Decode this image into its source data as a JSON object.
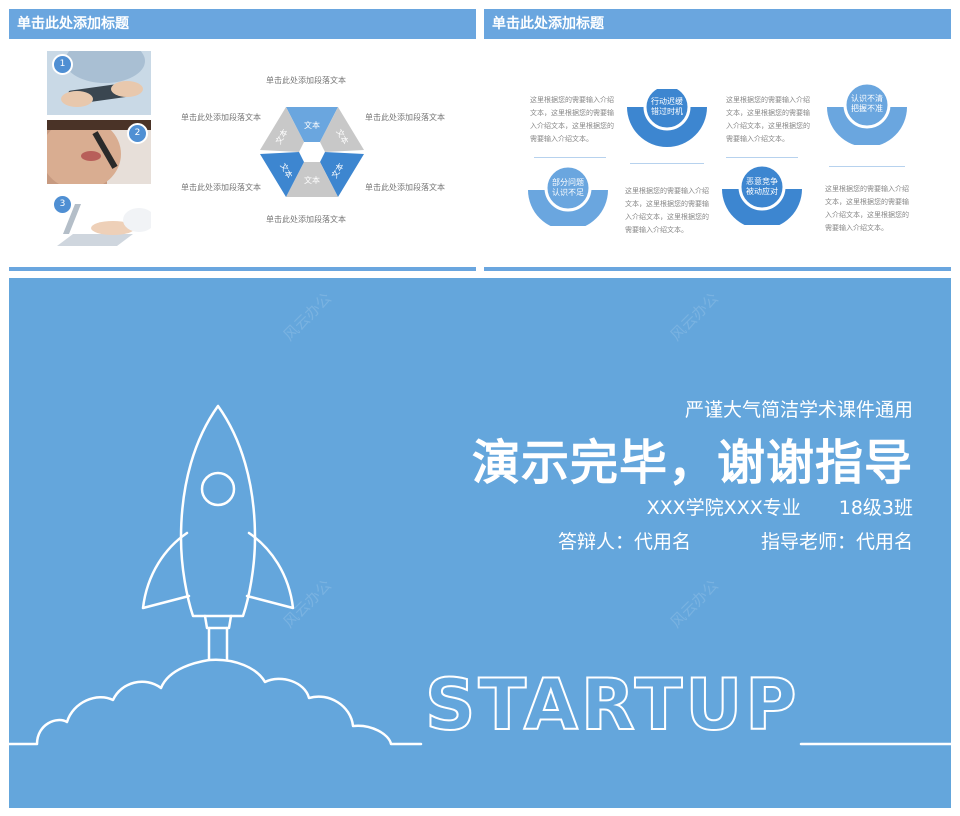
{
  "slide1": {
    "header": "单击此处添加标题",
    "numbers": [
      "1",
      "2",
      "3"
    ],
    "wheel_segments": [
      "文本",
      "文本",
      "文本",
      "文本",
      "文本",
      "文本"
    ],
    "labels": {
      "top": "单击此处添加段落文本",
      "top_left": "单击此处添加段落文本",
      "top_right": "单击此处添加段落文本",
      "bottom_left": "单击此处添加段落文本",
      "bottom_right": "单击此处添加段落文本",
      "bottom": "单击此处添加段落文本"
    },
    "colors": {
      "blue": "#3d86d0",
      "light_blue": "#6aa6df",
      "gray": "#c8c8c8"
    }
  },
  "slide2": {
    "header": "单击此处添加标题",
    "paragraph": "这里根据您的需要输入介绍文本，这里根据您的需要输入介绍文本，这里根据您的需要输入介绍文本。",
    "items": [
      {
        "label_line1": "行动迟缓",
        "label_line2": "错过时机"
      },
      {
        "label_line1": "认识不清",
        "label_line2": "把握不准"
      },
      {
        "label_line1": "部分问题",
        "label_line2": "认识不足"
      },
      {
        "label_line1": "恶意竞争",
        "label_line2": "被动应对"
      }
    ]
  },
  "slide3": {
    "subtitle": "严谨大气简洁学术课件通用",
    "title": "演示完毕，谢谢指导",
    "college": "XXX学院XXX专业",
    "class": "18级3班",
    "presenter": "答辩人：代用名",
    "advisor": "指导老师：代用名",
    "startup_text": "STARTUP",
    "watermark": "风云办公",
    "bg_color": "#64a6dc"
  }
}
